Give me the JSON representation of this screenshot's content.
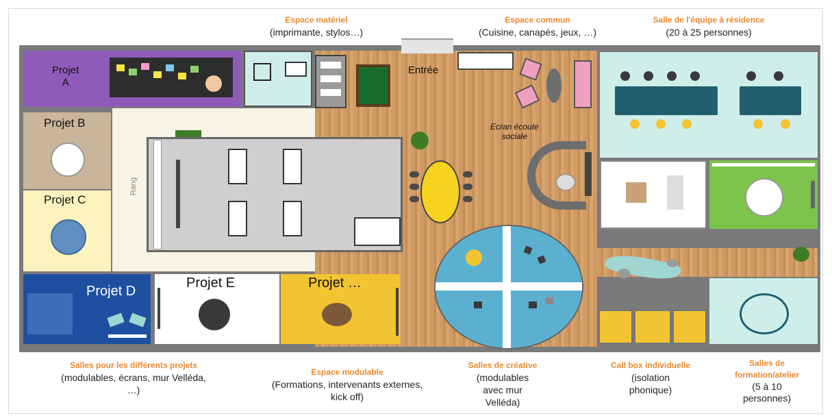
{
  "captions": {
    "espace_materiel": {
      "title": "Espace matériel",
      "desc": "(imprimante, stylos…)"
    },
    "espace_commun": {
      "title": "Espace commun",
      "desc": "(Cuisine, canapés, jeux, …)"
    },
    "salle_equipe": {
      "title": "Salle de l'équipe à résidence",
      "desc": "(20 à 25 personnes)"
    },
    "salles_projets": {
      "title": "Salles pour les différents projets",
      "desc1": "(modulables, écrans, mur Velléda,",
      "desc2": "…)"
    },
    "espace_modulable": {
      "title": "Espace modulable",
      "desc1": "(Formations, intervenants externes,",
      "desc2": "kick off)"
    },
    "salles_creative": {
      "title": "Salles de créative",
      "desc1": "(modulables",
      "desc2": "avec mur",
      "desc3": "Velléda)"
    },
    "call_box": {
      "title": "Call box individuelle",
      "desc1": "(isolation",
      "desc2": "phonique)"
    },
    "salles_formation": {
      "title1": "Salles de",
      "title2": "formation/atelier",
      "desc1": "(5 à 10",
      "desc2": "personnes)"
    }
  },
  "rooms": {
    "projet_a_line1": "Projet",
    "projet_a_line2": "A",
    "projet_b": "Projet B",
    "projet_c": "Projet C",
    "projet_d": "Projet D",
    "projet_e": "Projet E",
    "projet_more": "Projet …",
    "entree": "Entrée",
    "ecran_line1": "Ecran écoute",
    "ecran_line2": "sociale",
    "rang": "Rang"
  },
  "colors": {
    "wall": "#7a7a7a",
    "purple": "#8e5bb8",
    "beige": "#c9b59a",
    "cream": "#fbf2bd",
    "navy": "#1e4fa0",
    "yellow": "#f3c432",
    "mint": "#cfeeea",
    "green": "#7cc44b",
    "teal": "#5cb0cf",
    "accent_orange": "#e9892f"
  }
}
